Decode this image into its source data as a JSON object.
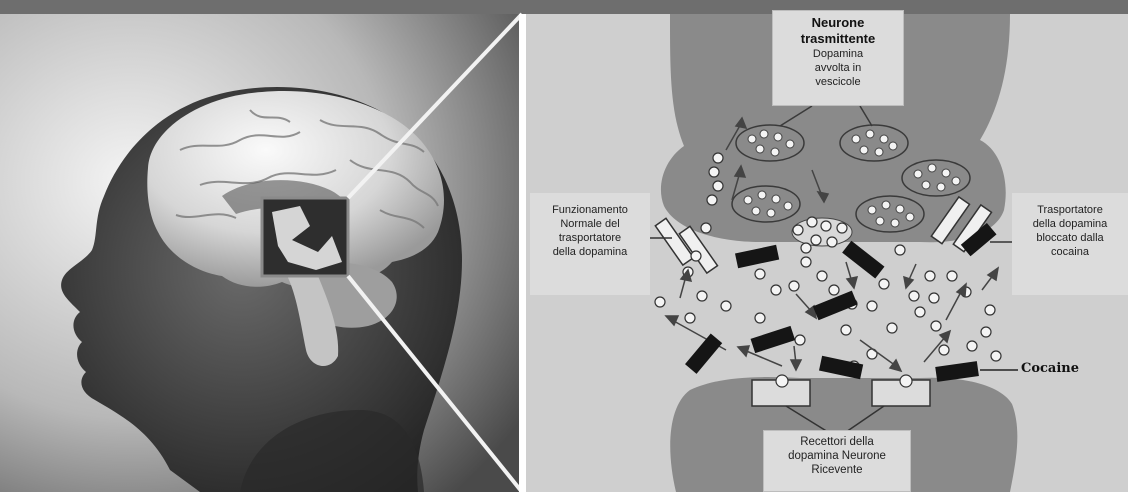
{
  "labels": {
    "transmitter_title": "Neurone trasmittente",
    "transmitter_lines": [
      "Dopamina",
      "avvolta in",
      "vescicole"
    ],
    "left_lines": [
      "Funzionamento",
      "Normale del",
      "trasportatore",
      "della dopamina"
    ],
    "right_lines": [
      "Trasportatore",
      "della dopamina",
      "bloccato dalla",
      "cocaina"
    ],
    "receiver_lines": [
      "Recettori della",
      "dopamina Neurone",
      "Ricevente"
    ],
    "cocaine": "Cocaine"
  },
  "colors": {
    "diagram_background": "#cfcfcf",
    "neuron_fill": "#8a8a8a",
    "label_box": "#dcdcdc",
    "cocaine_block": "#151515",
    "dopamine_molecule": "#f4f4f4",
    "header_band": "#6e6e6e"
  },
  "icons": {
    "head": "human-head-silhouette",
    "brain": "brain",
    "zoom_box": "magnify-region-box"
  }
}
